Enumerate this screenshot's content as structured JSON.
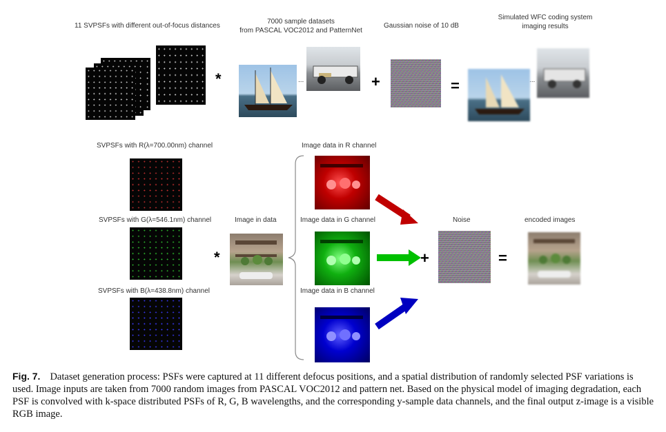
{
  "top_row": {
    "psf_label": "11 SVPSFs with different out-of-focus distances",
    "datasets_label_line1": "7000 sample datasets",
    "datasets_label_line2": "from PASCAL VOC2012 and PatternNet",
    "noise_label": "Gaussian noise of 10 dB",
    "results_label_line1": "Simulated WFC coding system",
    "results_label_line2": "imaging results",
    "ellipsis": "...",
    "conv_symbol": "*",
    "plus_symbol": "+",
    "equals_symbol": "="
  },
  "bottom_row": {
    "psf_r_label": "SVPSFs with R(λ=700.00nm) channel",
    "psf_g_label": "SVPSFs with G(λ=546.1nm) channel",
    "psf_b_label": "SVPSFs with B(λ=438.8nm) channel",
    "image_in_data_label": "Image in data",
    "data_r_label": "Image data in R channel",
    "data_g_label": "Image data in G channel",
    "data_b_label": "Image data in B channel",
    "noise_label": "Noise",
    "encoded_label": "encoded images",
    "conv_symbol": "*",
    "plus_symbol": "+",
    "equals_symbol": "="
  },
  "colors": {
    "psf_white": "#d8d8d8",
    "psf_red": "#c83030",
    "psf_green": "#2fbf2f",
    "psf_blue": "#3a3aff",
    "arrow_red": "#c00000",
    "arrow_green": "#00c000",
    "arrow_blue": "#0000c0"
  },
  "caption": {
    "fig_label": "Fig. 7.",
    "text": "Dataset generation process: PSFs were captured at 11 different defocus positions, and a spatial distribution of randomly selected PSF variations is used. Image inputs are taken from 7000 random images from PASCAL VOC2012 and pattern net. Based on the physical model of imaging degradation, each PSF is convolved with k-space distributed PSFs of R, G, B wavelengths, and the corresponding y-sample data channels, and the final output z-image is a visible RGB image."
  }
}
